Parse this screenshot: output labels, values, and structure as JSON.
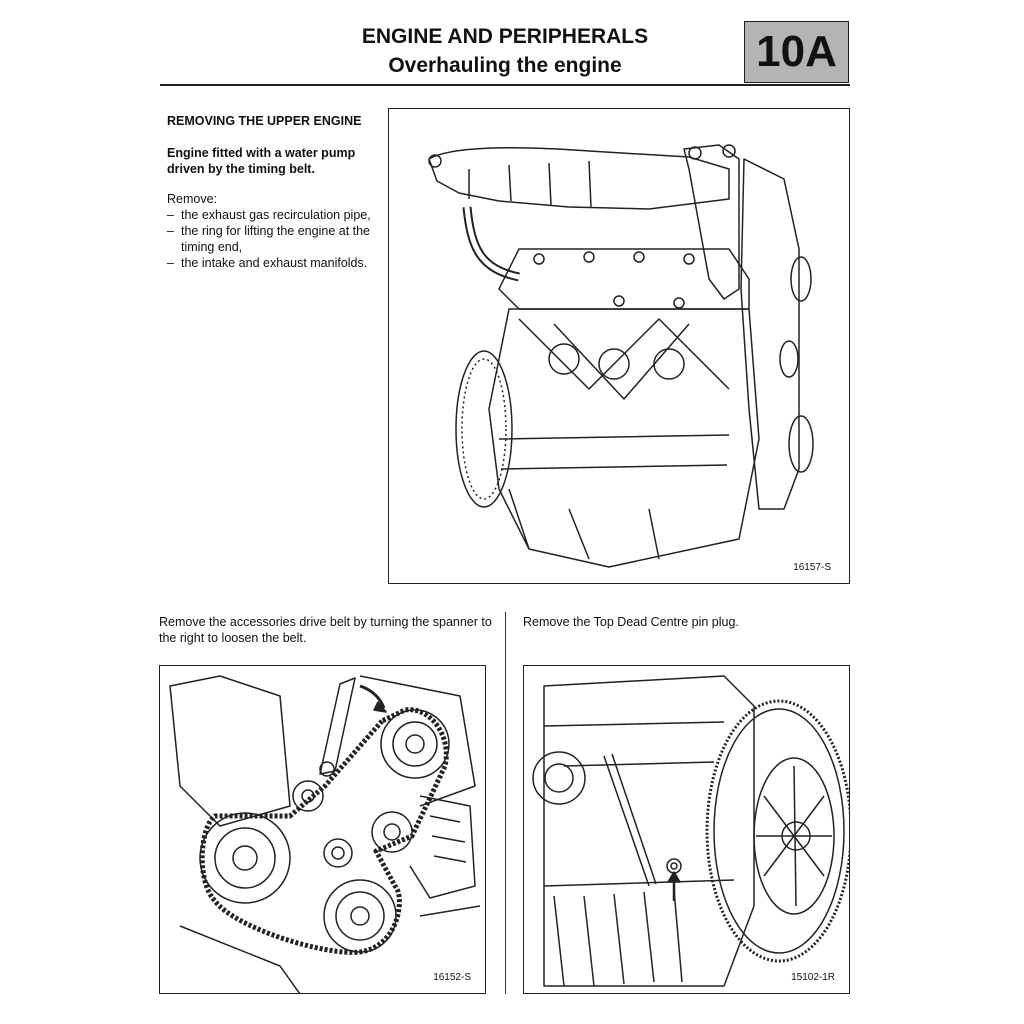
{
  "header": {
    "title": "ENGINE AND PERIPHERALS",
    "subtitle": "Overhauling the engine",
    "section": "10A"
  },
  "upper_engine": {
    "heading": "REMOVING THE UPPER ENGINE",
    "note": "Engine fitted with a water pump driven by the timing belt.",
    "intro": "Remove:",
    "items": [
      "the exhaust gas recirculation pipe,",
      "the ring for lifting the engine at the timing end,",
      "the intake and exhaust manifolds."
    ]
  },
  "figures": {
    "engine": {
      "ref": "16157-S"
    },
    "belt": {
      "ref": "16152-S"
    },
    "tdc": {
      "ref": "15102-1R"
    }
  },
  "belt_section": {
    "instruction": "Remove the accessories drive belt by turning the spanner to the right to loosen the belt."
  },
  "tdc_section": {
    "instruction": "Remove the Top Dead Centre pin plug."
  }
}
